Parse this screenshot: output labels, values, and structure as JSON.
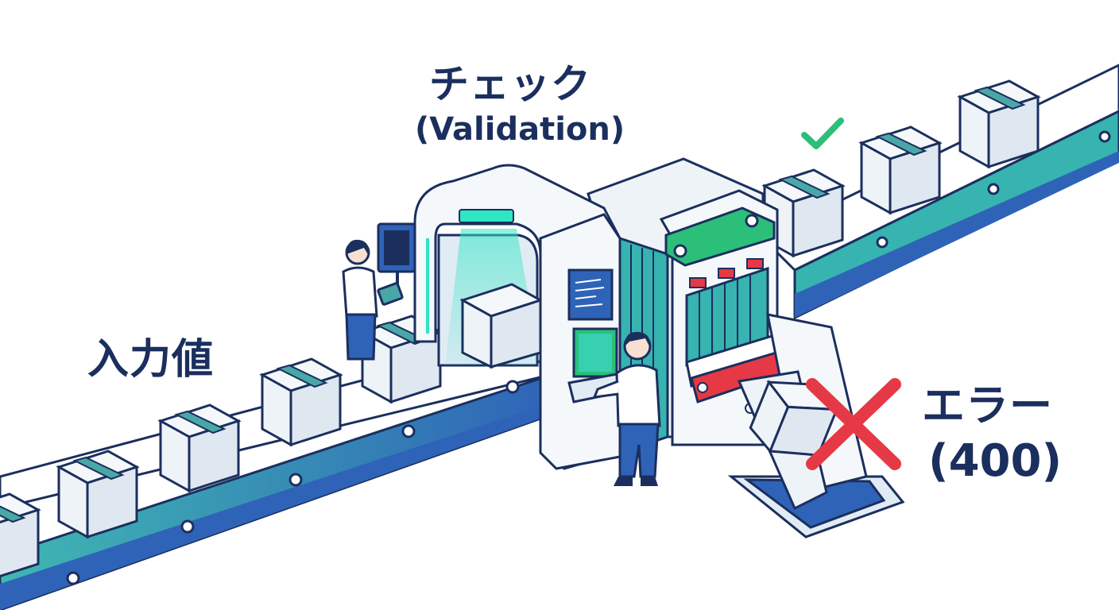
{
  "labels": {
    "check_title": "チェック",
    "check_subtitle": "(Validation)",
    "input_value": "入力値",
    "error_title": "エラー",
    "error_code": "(400)"
  },
  "colors": {
    "navy": "#1b2f5e",
    "belt_blue": "#2f63b8",
    "belt_teal": "#37b3b0",
    "scan_teal": "#2ee6c4",
    "accept_green": "#2bbf7a",
    "reject_red": "#e63946",
    "box_fill": "#eef3f8",
    "tape": "#4aa7a8"
  },
  "icons": {
    "accept": "check-icon",
    "reject": "cross-icon"
  }
}
